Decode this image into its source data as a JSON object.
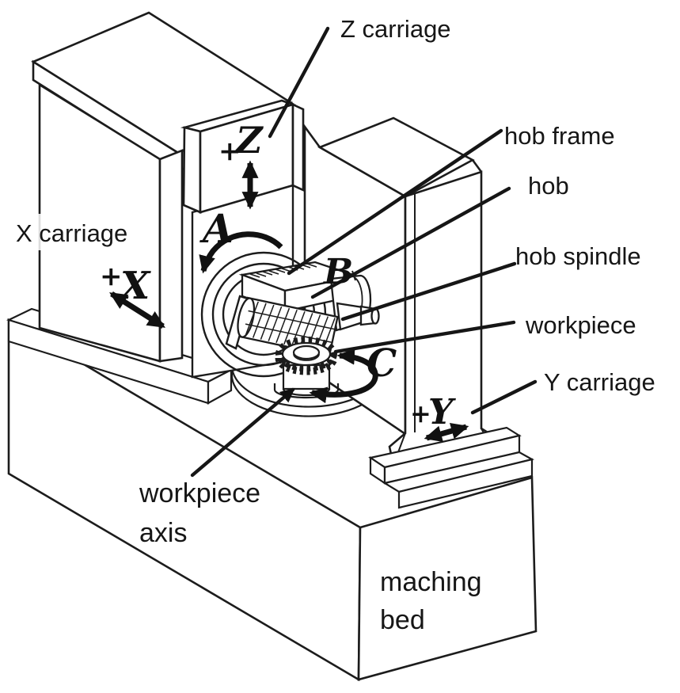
{
  "background_color": "#ffffff",
  "ink_color": "#1c1c1c",
  "diagram_subject": "gear hobbing machine axes",
  "part_labels": {
    "z_carriage": "Z carriage",
    "x_carriage": "X carriage",
    "y_carriage": "Y carriage",
    "hob_frame": "hob frame",
    "hob": "hob",
    "hob_spindle": "hob spindle",
    "workpiece": "workpiece",
    "workpiece_axis_line1": "workpiece",
    "workpiece_axis_line2": "axis",
    "maching_bed_line1": "maching",
    "maching_bed_line2": "bed"
  },
  "axis_labels": {
    "z": {
      "sign": "+",
      "letter": "Z"
    },
    "x": {
      "sign": "+",
      "letter": "X"
    },
    "y": {
      "sign": "+",
      "letter": "Y"
    }
  },
  "rotation_labels": {
    "a": "A",
    "b": "B",
    "c": "C"
  }
}
